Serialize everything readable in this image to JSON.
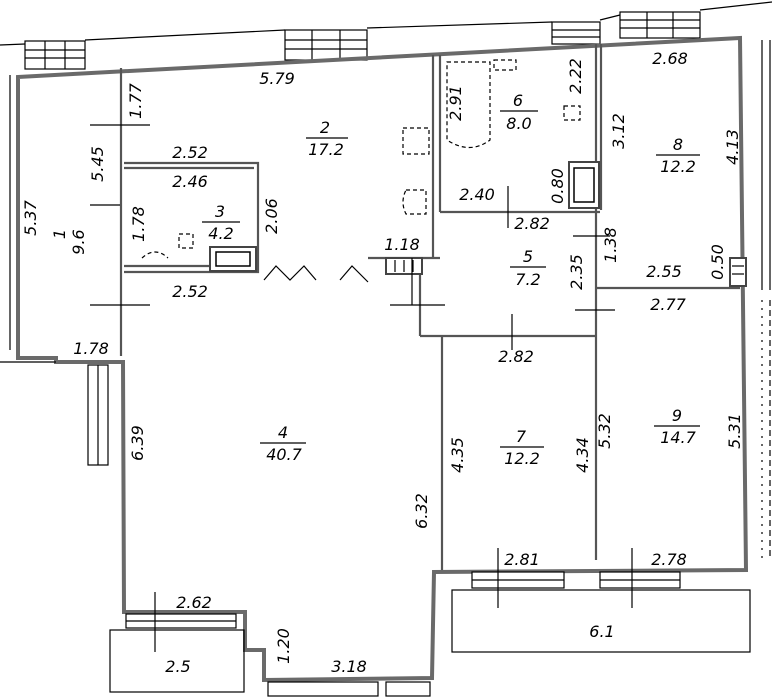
{
  "rooms": [
    {
      "num": "1",
      "area": "9.6"
    },
    {
      "num": "2",
      "area": "17.2"
    },
    {
      "num": "3",
      "area": "4.2"
    },
    {
      "num": "4",
      "area": "40.7"
    },
    {
      "num": "5",
      "area": "7.2"
    },
    {
      "num": "6",
      "area": "8.0"
    },
    {
      "num": "7",
      "area": "12.2"
    },
    {
      "num": "8",
      "area": "12.2"
    },
    {
      "num": "9",
      "area": "14.7"
    }
  ],
  "balconies": [
    {
      "area": "2.5"
    },
    {
      "area": "6.1"
    }
  ],
  "dimensions": {
    "r2_top": "5.79",
    "r1_top": "1.77",
    "r1_left": "5.37",
    "r1_mid": "5.45",
    "r3_top": "2.52",
    "r3_inner_top": "2.46",
    "r3_left": "1.78",
    "r3_right": "2.06",
    "r3_bottom": "2.52",
    "r1_bottom": "1.78",
    "corridor_width": "1.18",
    "r6_left": "2.91",
    "r6_top": "2.22",
    "r6_bottom": "2.40",
    "r6_right": "0.80",
    "r5_top": "2.82",
    "r5_left": "1.38",
    "r5_right": "2.35",
    "r5_bottom": "2.82",
    "r8_top": "2.68",
    "r8_left": "3.12",
    "r8_right": "4.13",
    "r8_bottom": "2.55",
    "r8_small": "0.50",
    "r9_top": "2.77",
    "r9_left": "5.32",
    "r9_right": "5.31",
    "r9_bottom": "2.78",
    "r7_left": "4.35",
    "r7_right": "4.34",
    "r7_bottom": "2.81",
    "r4_left": "6.39",
    "r4_right": "6.32",
    "r4_bottom_left": "2.62",
    "r4_step": "1.20",
    "r4_bottom": "3.18"
  }
}
